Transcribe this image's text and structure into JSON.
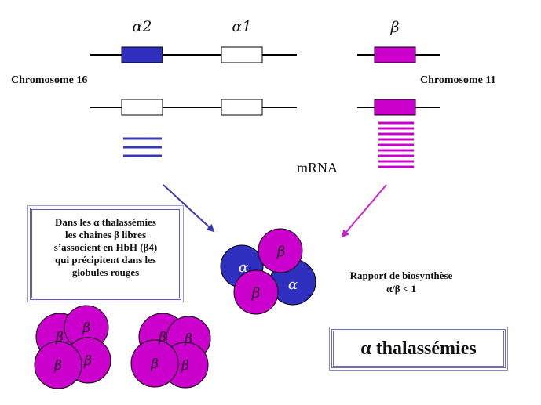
{
  "genes": {
    "alpha2_label": "α2",
    "alpha1_label": "α1",
    "beta_label": "β"
  },
  "chromosomes": {
    "left_label": "Chromosome 16",
    "right_label": "Chromosome 11"
  },
  "mrna_label": "mRNA",
  "note": {
    "lines": [
      "Dans les α thalassémies",
      "les chaines β libres",
      "s’associent en HbH (β4)",
      "qui précipitent dans les",
      "globules rouges"
    ]
  },
  "ratio": {
    "line1": "Rapport de biosynthèse",
    "line2": "α/β < 1"
  },
  "title": "α thalassémies",
  "globules": {
    "alpha_letter": "α",
    "beta_letter": "β"
  },
  "colors": {
    "alpha2_gene": "#2f2fbf",
    "beta_gene": "#cc00cc",
    "alpha_globule": "#3030c0",
    "beta_globule": "#cc00cc",
    "arrow_blue": "#3a3ab0",
    "arrow_magenta": "#cc22cc"
  }
}
